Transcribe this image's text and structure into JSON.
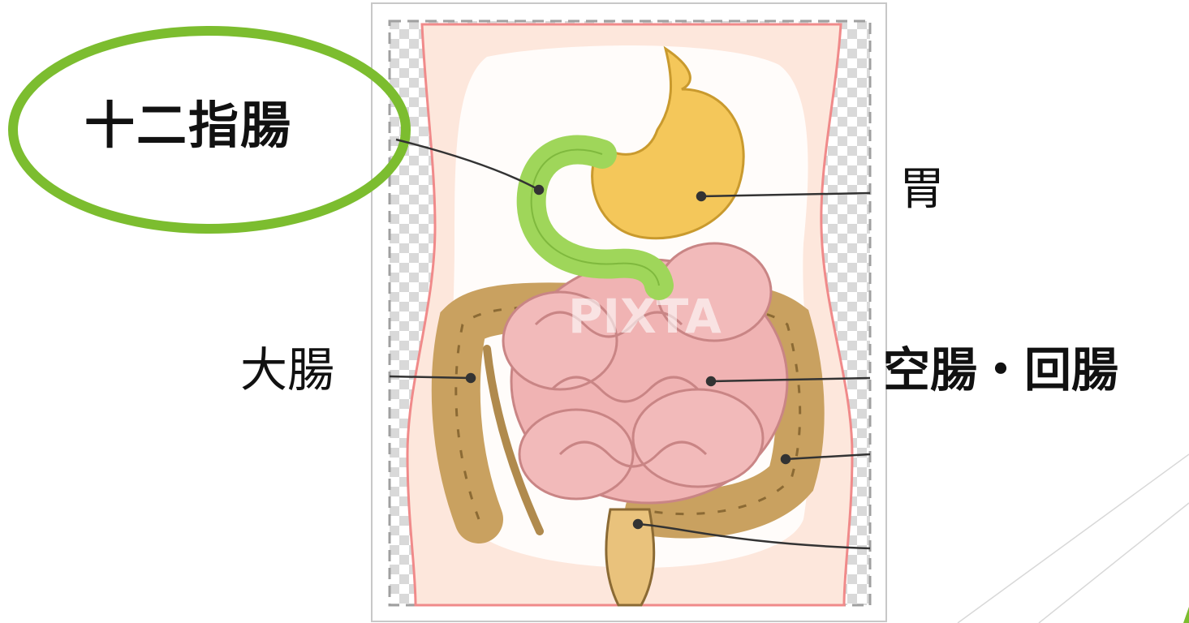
{
  "labels": {
    "duodenum": "十二指腸",
    "stomach": "胃",
    "large_intestine": "大腸",
    "small_intestine": "空腸・回腸"
  },
  "watermark": "PIXTA",
  "colors": {
    "highlight_ring": "#7cbd2f",
    "duodenum": "#9fd65a",
    "stomach": "#f4c75a",
    "small_intestine": "#f0b3b3",
    "large_intestine": "#c9a160",
    "body_skin": "#fde7dc",
    "leader_line": "#333333"
  }
}
